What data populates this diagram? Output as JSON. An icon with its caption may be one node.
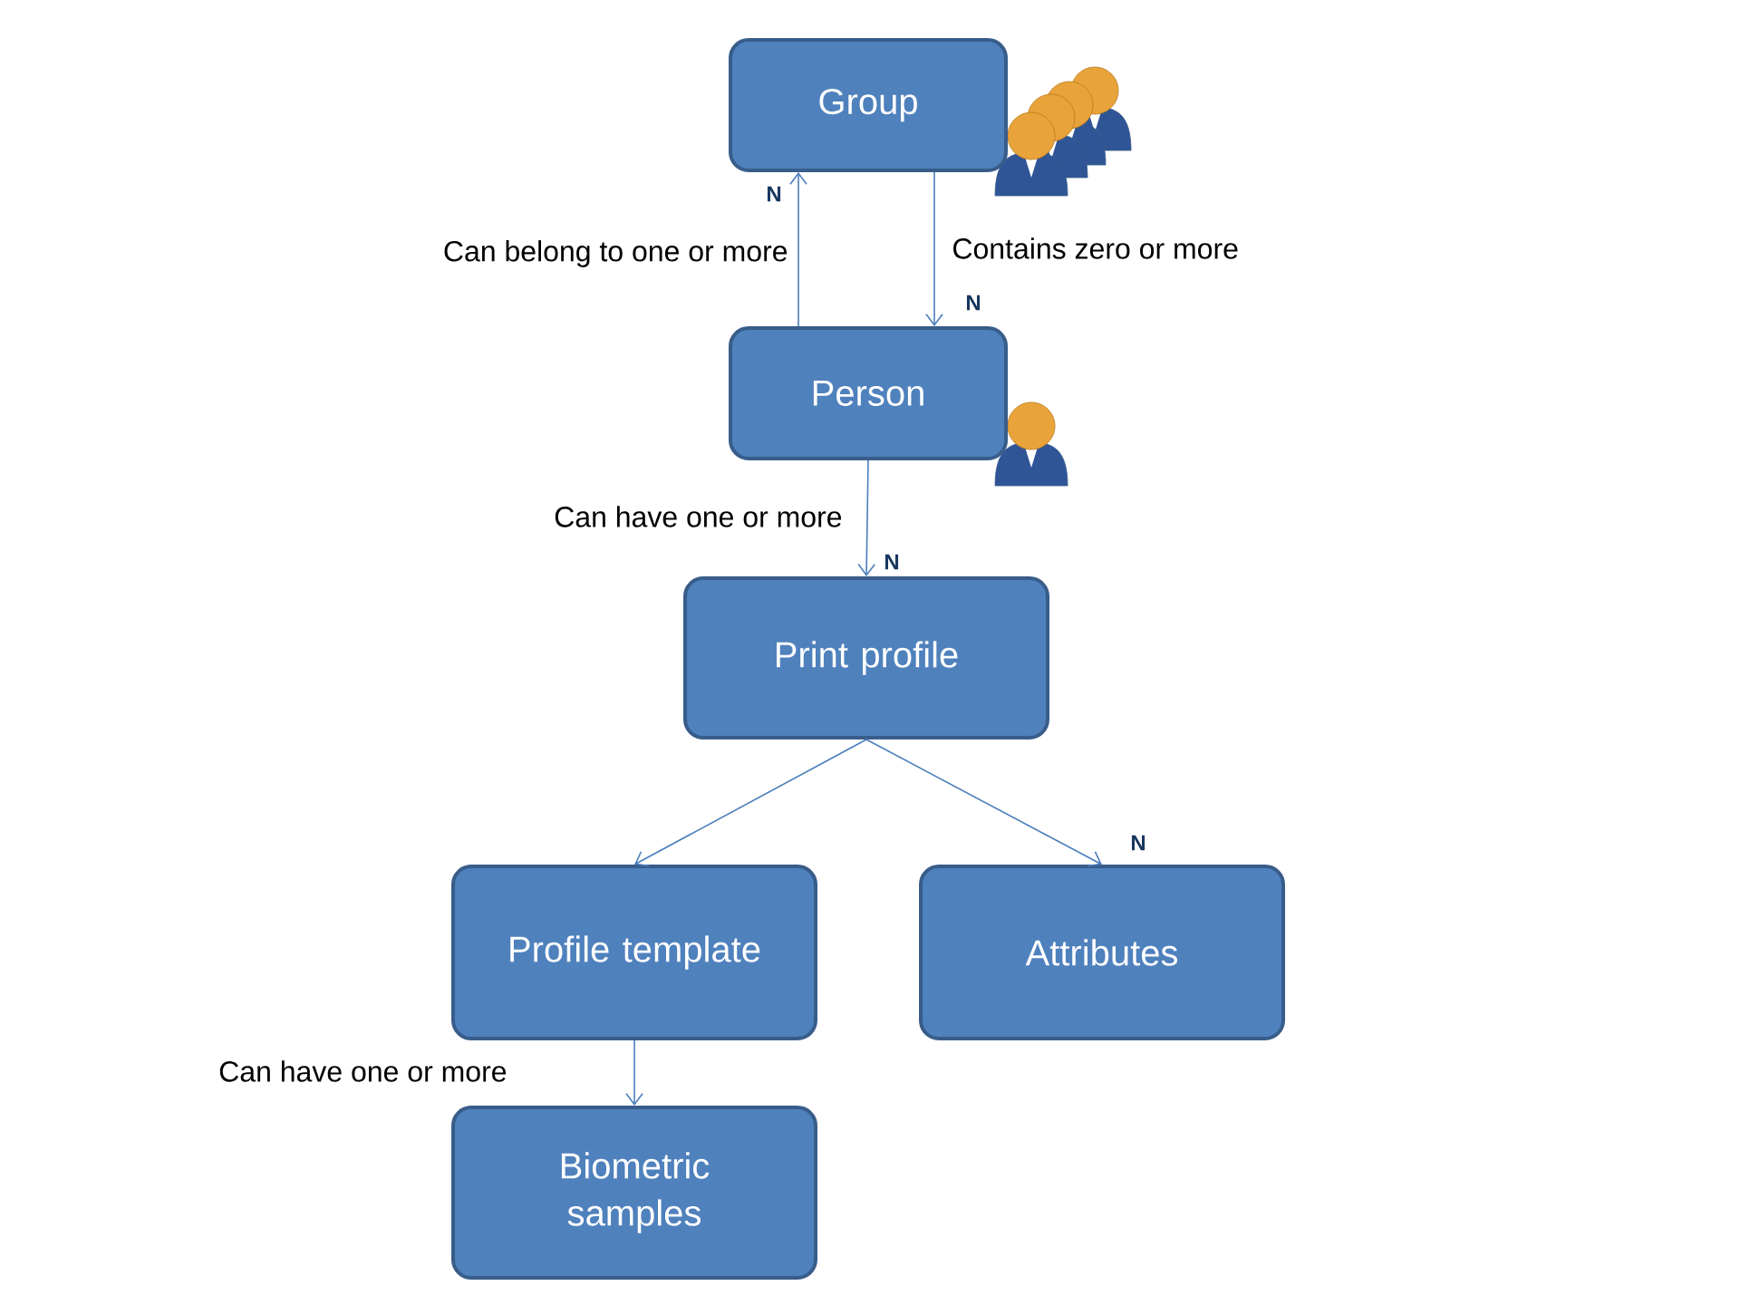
{
  "diagram": {
    "nodes": [
      {
        "text": [
          "Group"
        ]
      },
      {
        "text": [
          "Person"
        ]
      },
      {
        "text": [
          "Print profile"
        ]
      },
      {
        "text": [
          "Profile template"
        ]
      },
      {
        "text": [
          "Attributes"
        ]
      },
      {
        "text": [
          "Biometric samples"
        ]
      }
    ],
    "edges": [
      {
        "from": 1,
        "to": 0,
        "arrow": "to",
        "label": "Can belong to one or more"
      },
      {
        "from": 0,
        "to": 1,
        "arrow": "to",
        "label": "Contains zero or more"
      },
      {
        "from": 1,
        "to": 2,
        "arrow": "to",
        "label": "Can have one or more"
      },
      {
        "from": 2,
        "to": 3,
        "arrow": "to"
      },
      {
        "from": 2,
        "to": 4,
        "arrow": "to"
      },
      {
        "from": 3,
        "to": 5,
        "arrow": "to",
        "label": "Can have one or more"
      }
    ],
    "labels": [
      "N",
      "N",
      "N",
      "N"
    ]
  }
}
